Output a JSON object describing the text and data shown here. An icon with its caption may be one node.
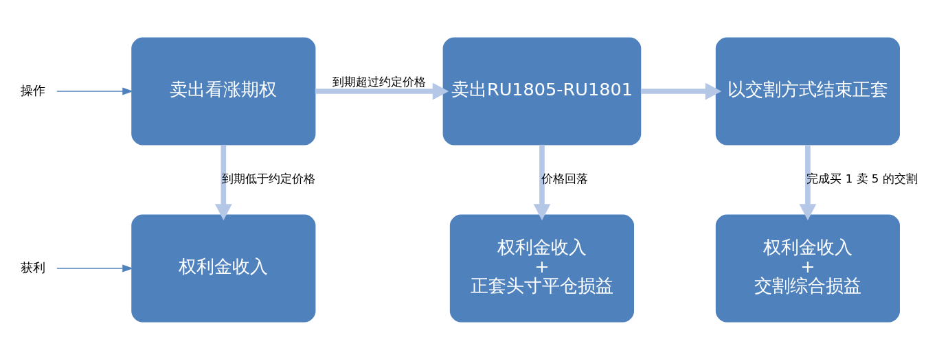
{
  "diagram": {
    "nodes": [
      {
        "text": [
          "操作"
        ]
      },
      {
        "text": [
          "卖出看涨期权"
        ]
      },
      {
        "text": [
          "卖出RU1805-RU1801"
        ]
      },
      {
        "text": [
          "以交割方式结束正套"
        ]
      },
      {
        "text": [
          "获利"
        ]
      },
      {
        "text": [
          "权利金收入"
        ]
      },
      {
        "text": [
          "权利金收入",
          "+",
          "正套头寸平仓损益"
        ]
      },
      {
        "text": [
          "权利金收入",
          "+",
          "交割综合损益"
        ]
      }
    ],
    "edges": [
      {
        "from": 0,
        "to": 1,
        "arrow": "to",
        "color": "#4f81bd"
      },
      {
        "from": 1,
        "to": 2,
        "arrow": "to",
        "label": "到期超过约定价格"
      },
      {
        "from": 2,
        "to": 3,
        "arrow": "to"
      },
      {
        "from": 1,
        "to": 5,
        "arrow": "to",
        "label": "到期低于约定价格"
      },
      {
        "from": 2,
        "to": 6,
        "arrow": "to",
        "label": "价格回落"
      },
      {
        "from": 3,
        "to": 7,
        "arrow": "to",
        "label": "完成买 1 卖 5 的交割"
      },
      {
        "from": 4,
        "to": 5,
        "arrow": "to",
        "color": "#4f81bd"
      }
    ]
  }
}
